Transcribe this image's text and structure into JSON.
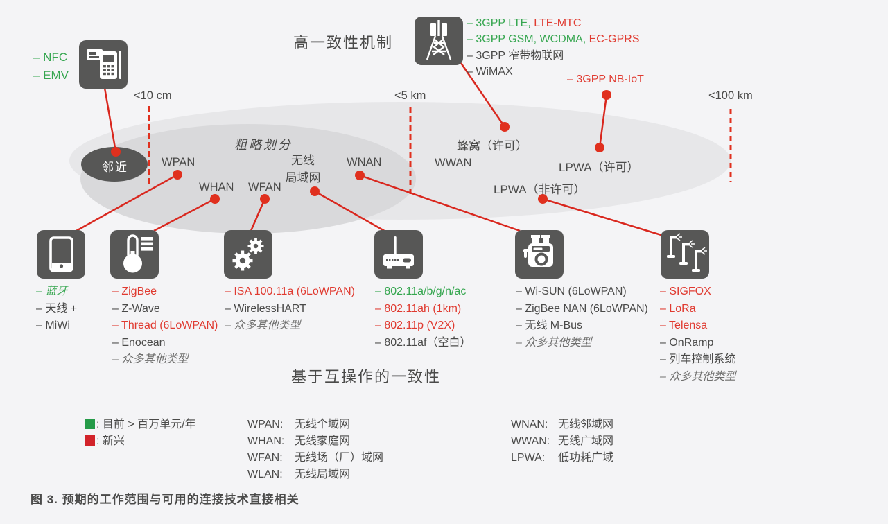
{
  "colors": {
    "background": "#f4f4f6",
    "ellipse_outer": "#e7e7e9",
    "ellipse_inner": "#d9d9db",
    "dark_gray": "#575756",
    "text_dark": "#4a4a49",
    "text_red": "#e03a30",
    "text_green": "#35a64f",
    "line_red": "#d9271e",
    "dot_red": "#e0301e",
    "legend_green": "#259b48",
    "legend_red": "#d2232a"
  },
  "titles": {
    "top": "高一致性机制",
    "bottom": "基于互操作的一致性",
    "caption": "图 3. 预期的工作范围与可用的连接技术直接相关"
  },
  "range_markers": {
    "r10cm": "<10 cm",
    "r5km": "<5 km",
    "r100km": "<100 km"
  },
  "zones": {
    "rough_division": "粗略划分",
    "proximity": "邻近",
    "wpan": "WPAN",
    "whan": "WHAN",
    "wfan": "WFAN",
    "wlan_two_lines": "无线 局域网",
    "wnan": "WNAN",
    "wwan": "WWAN",
    "cellular_licensed": "蜂窝（许可）",
    "lpwa_licensed": "LPWA（许可）",
    "lpwa_unlicensed": "LPWA（非许可）"
  },
  "nfc_group": {
    "icon": "payment-terminal-icon",
    "items": [
      {
        "t": "– NFC",
        "c": "green"
      },
      {
        "t": "– EMV",
        "c": "green"
      }
    ]
  },
  "tower_group": {
    "icon": "cell-tower-icon",
    "lines": [
      [
        {
          "t": "– 3GPP LTE, ",
          "c": "green"
        },
        {
          "t": "LTE-MTC",
          "c": "red"
        }
      ],
      [
        {
          "t": "– 3GPP GSM, WCDMA, ",
          "c": "green"
        },
        {
          "t": "EC-GPRS",
          "c": "red"
        }
      ],
      [
        {
          "t": "– 3GPP 窄带物联网",
          "c": "dark"
        }
      ],
      [
        {
          "t": "– WiMAX",
          "c": "dark"
        }
      ]
    ]
  },
  "nbiot_label": "– 3GPP NB-IoT",
  "device_groups": [
    {
      "icon": "smartphone-icon",
      "items": [
        {
          "t": "– 蓝牙",
          "c": "green",
          "i": true
        },
        {
          "t": "– 天线 +",
          "c": "dark"
        },
        {
          "t": "– MiWi",
          "c": "dark"
        }
      ]
    },
    {
      "icon": "thermometer-icon",
      "items": [
        {
          "t": "– ZigBee",
          "c": "red"
        },
        {
          "t": "– Z-Wave",
          "c": "dark"
        },
        {
          "t": "– Thread (6LoWPAN)",
          "c": "red"
        },
        {
          "t": "– Enocean",
          "c": "dark"
        },
        {
          "t": "– 众多其他类型",
          "c": "muted",
          "i": true
        }
      ]
    },
    {
      "icon": "gears-icon",
      "items": [
        {
          "t": "– ISA 100.11a (6LoWPAN)",
          "c": "red"
        },
        {
          "t": "– WirelessHART",
          "c": "dark"
        },
        {
          "t": "– 众多其他类型",
          "c": "muted",
          "i": true
        }
      ]
    },
    {
      "icon": "wifi-router-icon",
      "items": [
        {
          "t": "– 802.11a/b/g/n/ac",
          "c": "green"
        },
        {
          "t": "– 802.11ah (1km)",
          "c": "red"
        },
        {
          "t": "– 802.11p (V2X)",
          "c": "red"
        },
        {
          "t": "– 802.11af（空白）",
          "c": "dark"
        }
      ]
    },
    {
      "icon": "utility-meter-icon",
      "items": [
        {
          "t": "– Wi-SUN (6LoWPAN)",
          "c": "dark"
        },
        {
          "t": "– ZigBee NAN (6LoWPAN)",
          "c": "dark"
        },
        {
          "t": "– 无线 M-Bus",
          "c": "dark"
        },
        {
          "t": "– 众多其他类型",
          "c": "muted",
          "i": true
        }
      ]
    },
    {
      "icon": "streetlight-poles-icon",
      "items": [
        {
          "t": "– SIGFOX",
          "c": "red"
        },
        {
          "t": "– LoRa",
          "c": "red"
        },
        {
          "t": "– Telensa",
          "c": "red"
        },
        {
          "t": "– OnRamp",
          "c": "dark"
        },
        {
          "t": "– 列车控制系统",
          "c": "dark"
        },
        {
          "t": "– 众多其他类型",
          "c": "muted",
          "i": true
        }
      ]
    }
  ],
  "legend": [
    {
      "swatch": "#259b48",
      "t": ": 目前 > 百万单元/年"
    },
    {
      "swatch": "#d2232a",
      "t": ": 新兴"
    }
  ],
  "abbreviations": {
    "col1": [
      {
        "abbr": "WPAN:",
        "name": "无线个域网"
      },
      {
        "abbr": "WHAN:",
        "name": "无线家庭网"
      },
      {
        "abbr": "WFAN:",
        "name": "无线场（厂）域网"
      },
      {
        "abbr": "WLAN:",
        "name": "无线局域网"
      }
    ],
    "col2": [
      {
        "abbr": "WNAN:",
        "name": "无线邻域网"
      },
      {
        "abbr": "WWAN:",
        "name": "无线广域网"
      },
      {
        "abbr": "LPWA:",
        "name": "低功耗广域"
      }
    ]
  }
}
